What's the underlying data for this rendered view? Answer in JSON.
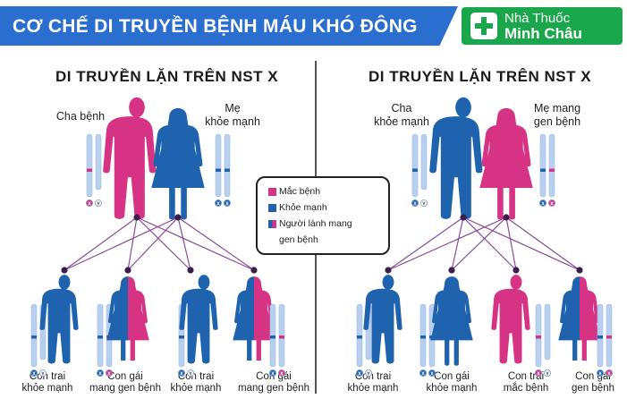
{
  "header": {
    "title": "CƠ CHẾ DI TRUYỀN BỆNH MÁU KHÓ ĐÔNG",
    "logo_line1": "Nhà Thuốc",
    "logo_line2": "Minh Châu"
  },
  "colors": {
    "affected": "#d63384",
    "healthy": "#1f63ae",
    "chromosome": "#b8d0ee",
    "line": "#8a4a9c",
    "node": "#3a1f4a"
  },
  "legend": {
    "affected": "Mắc bệnh",
    "healthy": "Khỏe mạnh",
    "carrier_line1": "Người lành mang",
    "carrier_line2": "gen bệnh"
  },
  "panels": [
    {
      "title": "DI TRUYỀN LẶN TRÊN NST X",
      "father": {
        "label_line1": "Cha bệnh",
        "label_line2": "",
        "status": "affected"
      },
      "mother": {
        "label_line1": "Mẹ",
        "label_line2": "khỏe mạnh",
        "status": "healthy"
      },
      "children": [
        {
          "sex": "male",
          "status": "healthy",
          "label_line1": "Con trai",
          "label_line2": "khỏe mạnh"
        },
        {
          "sex": "female",
          "status": "carrier",
          "label_line1": "Con gái",
          "label_line2": "mang gen bệnh"
        },
        {
          "sex": "male",
          "status": "healthy",
          "label_line1": "Con trai",
          "label_line2": "khỏe mạnh"
        },
        {
          "sex": "female",
          "status": "carrier",
          "label_line1": "Con gái",
          "label_line2": "mang gen bệnh"
        }
      ]
    },
    {
      "title": "DI TRUYỀN LẶN TRÊN NST X",
      "father": {
        "label_line1": "Cha",
        "label_line2": "khỏe mạnh",
        "status": "healthy"
      },
      "mother": {
        "label_line1": "Mẹ mang",
        "label_line2": "gen bệnh",
        "status": "carrier"
      },
      "children": [
        {
          "sex": "male",
          "status": "healthy",
          "label_line1": "Con trai",
          "label_line2": "khỏe mạnh"
        },
        {
          "sex": "female",
          "status": "healthy",
          "label_line1": "Con gái",
          "label_line2": "khỏe mạnh"
        },
        {
          "sex": "male",
          "status": "affected",
          "label_line1": "Con trai",
          "label_line2": "mắc bệnh"
        },
        {
          "sex": "female",
          "status": "carrier",
          "label_line1": "Con gái",
          "label_line2": "gen bệnh"
        }
      ]
    }
  ],
  "chromosome_tags": {
    "x": "X",
    "y": "Y"
  }
}
